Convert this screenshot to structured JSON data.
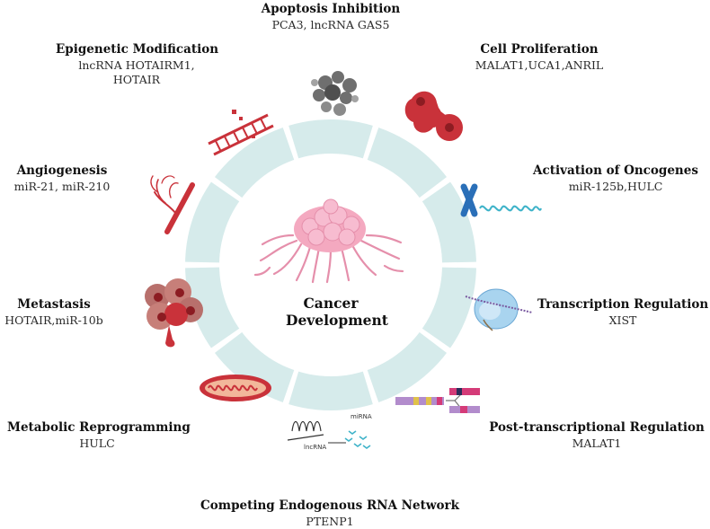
{
  "center": {
    "line1": "Cancer",
    "line2": "Development"
  },
  "mechanisms": [
    {
      "title": "Apoptosis Inhibition",
      "genes": "PCA3, lncRNA GAS5"
    },
    {
      "title": "Cell Proliferation",
      "genes": "MALAT1,UCA1,ANRIL"
    },
    {
      "title": "Activation of Oncogenes",
      "genes": "miR-125b,HULC"
    },
    {
      "title": "Transcription Regulation",
      "genes": "XIST"
    },
    {
      "title": "Post-transcriptional Regulation",
      "genes": "MALAT1"
    },
    {
      "title": "Competing Endogenous RNA  Network",
      "genes": "PTENP1"
    },
    {
      "title": "Metabolic Reprogramming",
      "genes": "HULC"
    },
    {
      "title": "Metastasis",
      "genes": "HOTAIR,miR-10b"
    },
    {
      "title": "Angiogenesis",
      "genes": "miR-21, miR-210"
    },
    {
      "title": "Epigenetic Modification",
      "genes": "lncRNA HOTAIRM1,\nHOTAIR"
    }
  ],
  "icon_labels": {
    "mirna": "miRNA",
    "lncrna": "lncRNA"
  },
  "colors": {
    "segment": "#d6ebeb",
    "gap": "#ffffff",
    "tumor": "#f4a9c0",
    "red": "#c9323a",
    "blue": "#2a6fb8",
    "cyan": "#3fb3c9"
  }
}
